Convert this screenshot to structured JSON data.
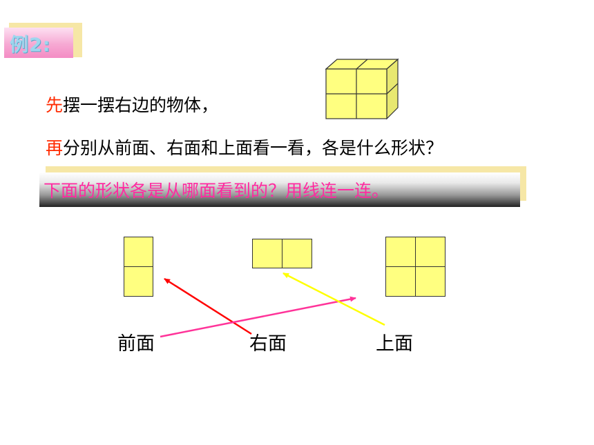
{
  "example_badge": "例2:",
  "instruction": {
    "line1_lead": "先",
    "line1_rest": "摆一摆右边的物体，",
    "line2_lead": "再",
    "line2_rest": "分别从前面、右面和上面看一看，各是什么形状？"
  },
  "banner_text": "下面的形状各是从哪面看到的？用线连一连。",
  "views": {
    "front": "前面",
    "right": "右面",
    "top": "上面"
  },
  "colors": {
    "cube_face": "#ffff80",
    "lead_char": "#ff2a00",
    "banner_text": "#ff2aa0",
    "line_right": "#ff0000",
    "line_front": "#ff3399",
    "line_top": "#ffff00"
  }
}
